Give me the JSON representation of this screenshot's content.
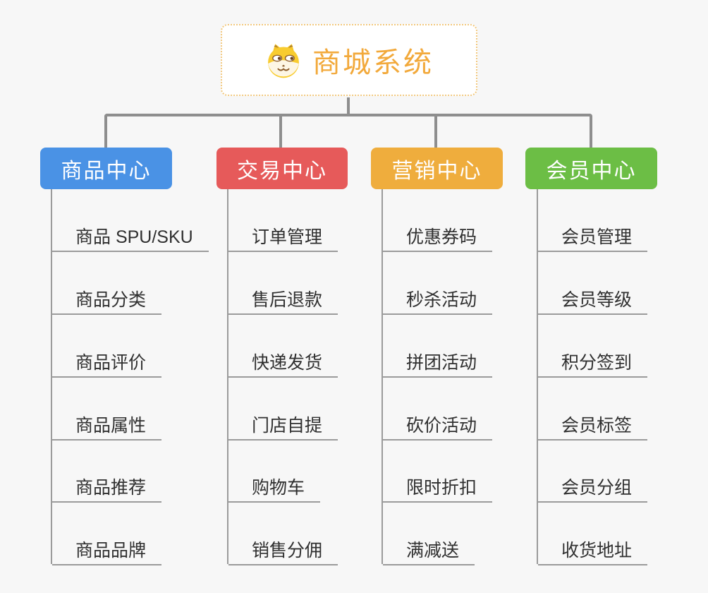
{
  "root": {
    "title": "商城系统",
    "icon": "doge-icon"
  },
  "branches": [
    {
      "label": "商品中心",
      "color": "#4a92e5",
      "items": [
        "商品 SPU/SKU",
        "商品分类",
        "商品评价",
        "商品属性",
        "商品推荐",
        "商品品牌"
      ]
    },
    {
      "label": "交易中心",
      "color": "#e65a5a",
      "items": [
        "订单管理",
        "售后退款",
        "快递发货",
        "门店自提",
        "购物车",
        "销售分佣"
      ]
    },
    {
      "label": "营销中心",
      "color": "#efad3d",
      "items": [
        "优惠券码",
        "秒杀活动",
        "拼团活动",
        "砍价活动",
        "限时折扣",
        "满减送"
      ]
    },
    {
      "label": "会员中心",
      "color": "#6cbe45",
      "items": [
        "会员管理",
        "会员等级",
        "积分签到",
        "会员标签",
        "会员分组",
        "收货地址"
      ]
    }
  ],
  "colors": {
    "background": "#f7f7f7",
    "connector": "#8e8e8e",
    "spine": "#9b9b9b",
    "root_border": "#f2c87d",
    "root_text": "#f2a93b",
    "leaf_text": "#303030",
    "doge_yellow": "#f8cc30",
    "doge_cream": "#fdf6e4",
    "doge_brown": "#8a5a28"
  }
}
